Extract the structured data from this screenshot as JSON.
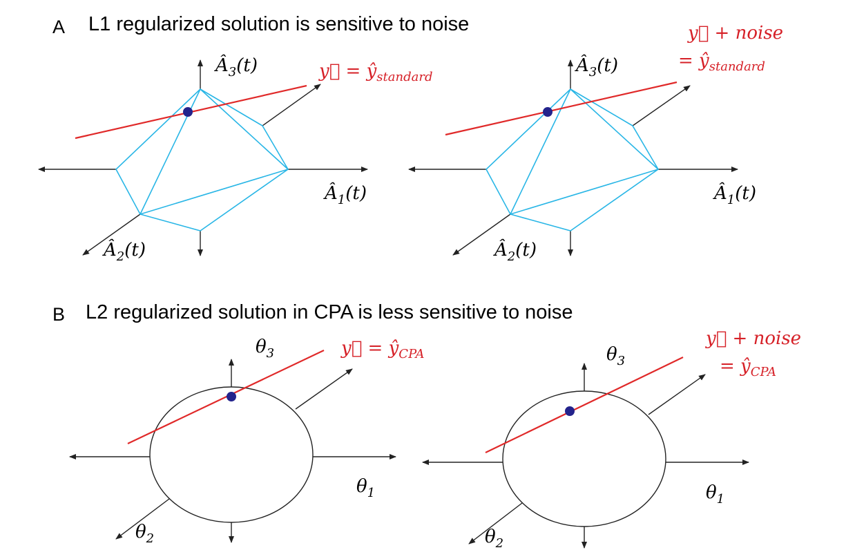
{
  "panelA": {
    "letter": "A",
    "title": "L1 regularized solution is sensitive to noise",
    "left": {
      "axis1": {
        "base": "Â",
        "sub": "1",
        "arg": "(t)"
      },
      "axis2": {
        "base": "Â",
        "sub": "2",
        "arg": "(t)"
      },
      "axis3": {
        "base": "Â",
        "sub": "3",
        "arg": "(t)"
      },
      "line_label": {
        "lhs": "y⃗ = ŷ",
        "sub": "standard"
      }
    },
    "right": {
      "axis1": {
        "base": "Â",
        "sub": "1",
        "arg": "(t)"
      },
      "axis2": {
        "base": "Â",
        "sub": "2",
        "arg": "(t)"
      },
      "axis3": {
        "base": "Â",
        "sub": "3",
        "arg": "(t)"
      },
      "line_label_1": "y⃗ + noise",
      "line_label_2": {
        "lhs": "= ŷ",
        "sub": "standard"
      }
    }
  },
  "panelB": {
    "letter": "B",
    "title": "L2 regularized solution in CPA is less sensitive to noise",
    "left": {
      "axis1": {
        "base": "θ",
        "sub": "1"
      },
      "axis2": {
        "base": "θ",
        "sub": "2"
      },
      "axis3": {
        "base": "θ",
        "sub": "3"
      },
      "line_label": {
        "lhs": "y⃗ = ŷ",
        "sub": "CPA"
      }
    },
    "right": {
      "axis1": {
        "base": "θ",
        "sub": "1"
      },
      "axis2": {
        "base": "θ",
        "sub": "2"
      },
      "axis3": {
        "base": "θ",
        "sub": "3"
      },
      "line_label_1": "y⃗ + noise",
      "line_label_2": {
        "lhs": "= ŷ",
        "sub": "CPA"
      }
    }
  },
  "colors": {
    "axes": "#222222",
    "l1_polytope": "#29b6e6",
    "constraint_line": "#e02929",
    "solution_point": "#23238c"
  }
}
